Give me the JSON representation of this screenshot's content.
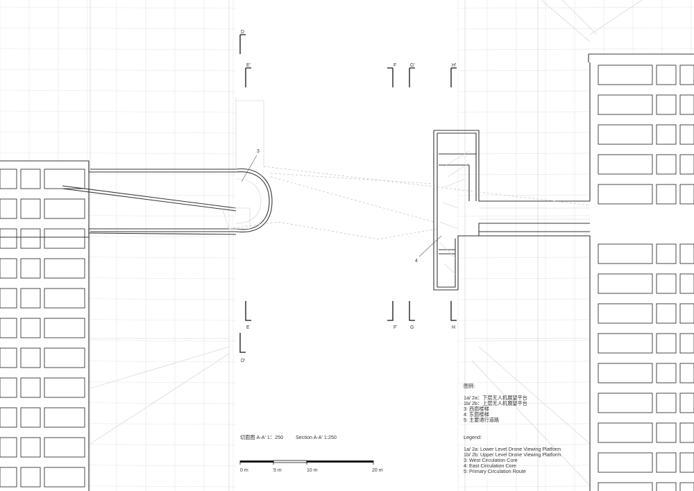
{
  "section_marks": [
    {
      "id": "mark-d-top",
      "label": "D"
    },
    {
      "id": "mark-e-top",
      "label": "E'"
    },
    {
      "id": "mark-f-top",
      "label": "F"
    },
    {
      "id": "mark-g-top",
      "label": "G'"
    },
    {
      "id": "mark-h-top",
      "label": "H'"
    },
    {
      "id": "mark-e-bottom",
      "label": "E"
    },
    {
      "id": "mark-f-bottom",
      "label": "F'"
    },
    {
      "id": "mark-g-bottom",
      "label": "G"
    },
    {
      "id": "mark-h-bottom",
      "label": "H"
    },
    {
      "id": "mark-d-bottom",
      "label": "D'"
    }
  ],
  "callouts": {
    "west_core": "3",
    "east_core": "4"
  },
  "title": {
    "chinese": "切面图 A-A' 1：250",
    "english": "Section A-A' 1:250"
  },
  "scale_bar": {
    "ticks": [
      "0 m",
      "5 m",
      "10 m",
      "20 m"
    ]
  },
  "legend": {
    "heading_cn": "图例:",
    "items_cn": [
      "1a/ 2a：下层无人机展望平台",
      "1b/ 2b：上层无人机展望平台",
      "3: 西面楼梯",
      "4: 东面楼梯",
      "5: 主要通行道路"
    ],
    "heading_en": "Legend:",
    "items_en": [
      "1a/ 2a: Lower Level Drone Viewing Platform",
      "1b/ 2b: Upper Level Drone Viewing Platform",
      "3: West Circulation Core",
      "4: East Circulation Core",
      "5: Primary Circulation Route"
    ]
  }
}
